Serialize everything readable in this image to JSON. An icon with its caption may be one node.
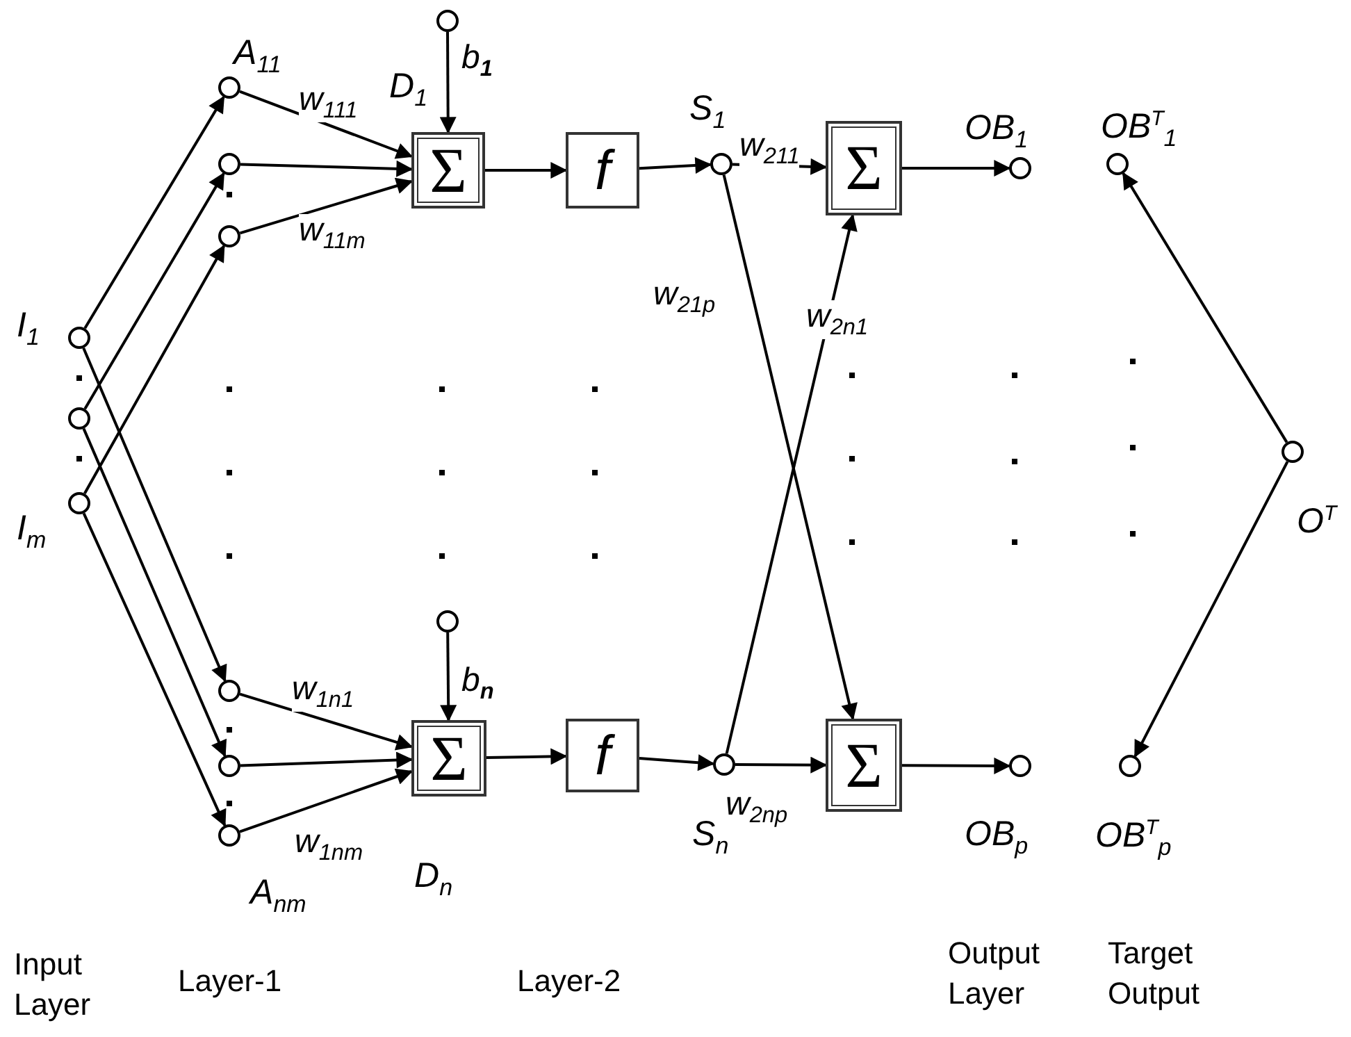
{
  "diagram": {
    "nodes": [
      {
        "text": [
          "I$_{1}$"
        ]
      },
      {
        "text": [],
        "shape": "circle"
      },
      {
        "text": [
          "I$_{m}$"
        ]
      },
      {
        "text": [
          "A$_{11}$"
        ]
      },
      {
        "text": [],
        "shape": "circle"
      },
      {
        "text": [],
        "shape": "circle"
      },
      {
        "text": [],
        "shape": "circle"
      },
      {
        "text": [],
        "shape": "circle"
      },
      {
        "text": [
          "A$_{nm}$"
        ]
      },
      {
        "text": [],
        "shape": "circle"
      },
      {
        "text": [],
        "shape": "circle"
      },
      {
        "text": [
          "Σ"
        ],
        "beside": [
          "D$_{1}$"
        ]
      },
      {
        "text": [
          "f"
        ]
      },
      {
        "text": [
          "Σ"
        ],
        "beside": [
          "D$_{n}$"
        ]
      },
      {
        "text": [
          "f"
        ]
      },
      {
        "text": [
          "S$_{1}$"
        ]
      },
      {
        "text": [
          "S$_{n}$"
        ]
      },
      {
        "text": [
          "Σ"
        ]
      },
      {
        "text": [
          "Σ"
        ]
      },
      {
        "text": [
          "OB$_{1}$"
        ]
      },
      {
        "text": [
          "OB$_{p}$"
        ]
      },
      {
        "text": [
          "OB$^{T}$$_{1}$"
        ]
      },
      {
        "text": [
          "OB$^{T}$$_{p}$"
        ]
      },
      {
        "text": [
          "O$^{T}$"
        ]
      }
    ],
    "edges": [
      {
        "from": 0,
        "to": 3,
        "arrow": "to"
      },
      {
        "from": 0,
        "to": 6,
        "arrow": "to"
      },
      {
        "from": 1,
        "to": 4,
        "arrow": "to"
      },
      {
        "from": 1,
        "to": 7,
        "arrow": "to"
      },
      {
        "from": 2,
        "to": 5,
        "arrow": "to"
      },
      {
        "from": 2,
        "to": 8,
        "arrow": "to"
      },
      {
        "from": 3,
        "to": 11,
        "arrow": "to",
        "label": "w$_{111}$"
      },
      {
        "from": 4,
        "to": 11,
        "arrow": "to"
      },
      {
        "from": 5,
        "to": 11,
        "arrow": "to",
        "label": "w$_{11m}$"
      },
      {
        "from": 6,
        "to": 13,
        "arrow": "to",
        "label": "w$_{1n1}$"
      },
      {
        "from": 7,
        "to": 13,
        "arrow": "to"
      },
      {
        "from": 8,
        "to": 13,
        "arrow": "to",
        "label": "w$_{1nm}$"
      },
      {
        "from": 9,
        "to": 11,
        "arrow": "to",
        "label": "b$_{1}$"
      },
      {
        "from": 10,
        "to": 13,
        "arrow": "to",
        "label": "b$_{n}$"
      },
      {
        "from": 11,
        "to": 12,
        "arrow": "to"
      },
      {
        "from": 12,
        "to": 15,
        "arrow": "to"
      },
      {
        "from": 13,
        "to": 14,
        "arrow": "to"
      },
      {
        "from": 14,
        "to": 16,
        "arrow": "to"
      },
      {
        "from": 15,
        "to": 17,
        "arrow": "to",
        "label": "w$_{211}$"
      },
      {
        "from": 15,
        "to": 18,
        "arrow": "to",
        "label": "w$_{21p}$"
      },
      {
        "from": 16,
        "to": 17,
        "arrow": "to",
        "label": "w$_{2n1}$"
      },
      {
        "from": 16,
        "to": 18,
        "arrow": "to",
        "label": "w$_{2np}$"
      },
      {
        "from": 17,
        "to": 19,
        "arrow": "to"
      },
      {
        "from": 18,
        "to": 20,
        "arrow": "to"
      },
      {
        "from": 23,
        "to": 21,
        "arrow": "to"
      },
      {
        "from": 23,
        "to": 22,
        "arrow": "to"
      }
    ],
    "labels": [
      "Input Layer",
      "Layer-1",
      "Layer-2",
      "Output Layer",
      "Target Output"
    ]
  }
}
